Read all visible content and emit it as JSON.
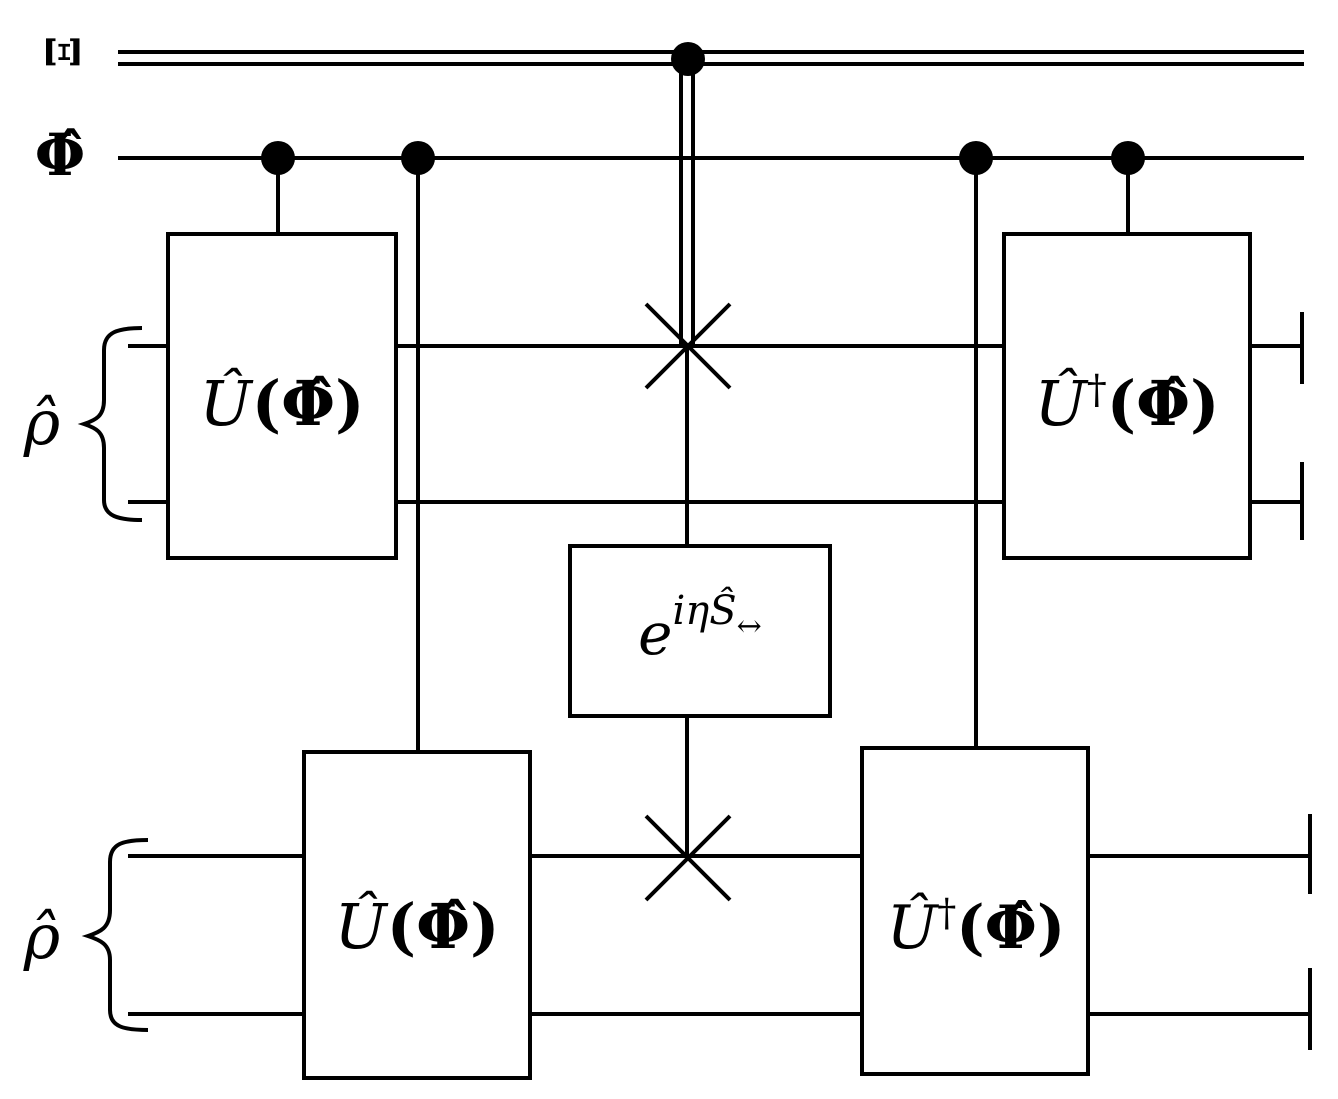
{
  "wires": {
    "xi_label": "Ξ",
    "phi_label": "Φ̂",
    "rho_top_label": "ρ̂",
    "rho_bottom_label": "ρ̂"
  },
  "gates": {
    "u_top": {
      "main": "Û",
      "arg": "(Φ̂)"
    },
    "udag_top": {
      "main": "Û",
      "sup": "†",
      "arg": "(Φ̂)"
    },
    "u_bottom": {
      "main": "Û",
      "arg": "(Φ̂)"
    },
    "udag_bottom": {
      "main": "Û",
      "sup": "†",
      "arg": "(Φ̂)"
    },
    "exp_gate": {
      "base": "e",
      "exponent": "iηŜ",
      "subscript": "↔"
    }
  }
}
